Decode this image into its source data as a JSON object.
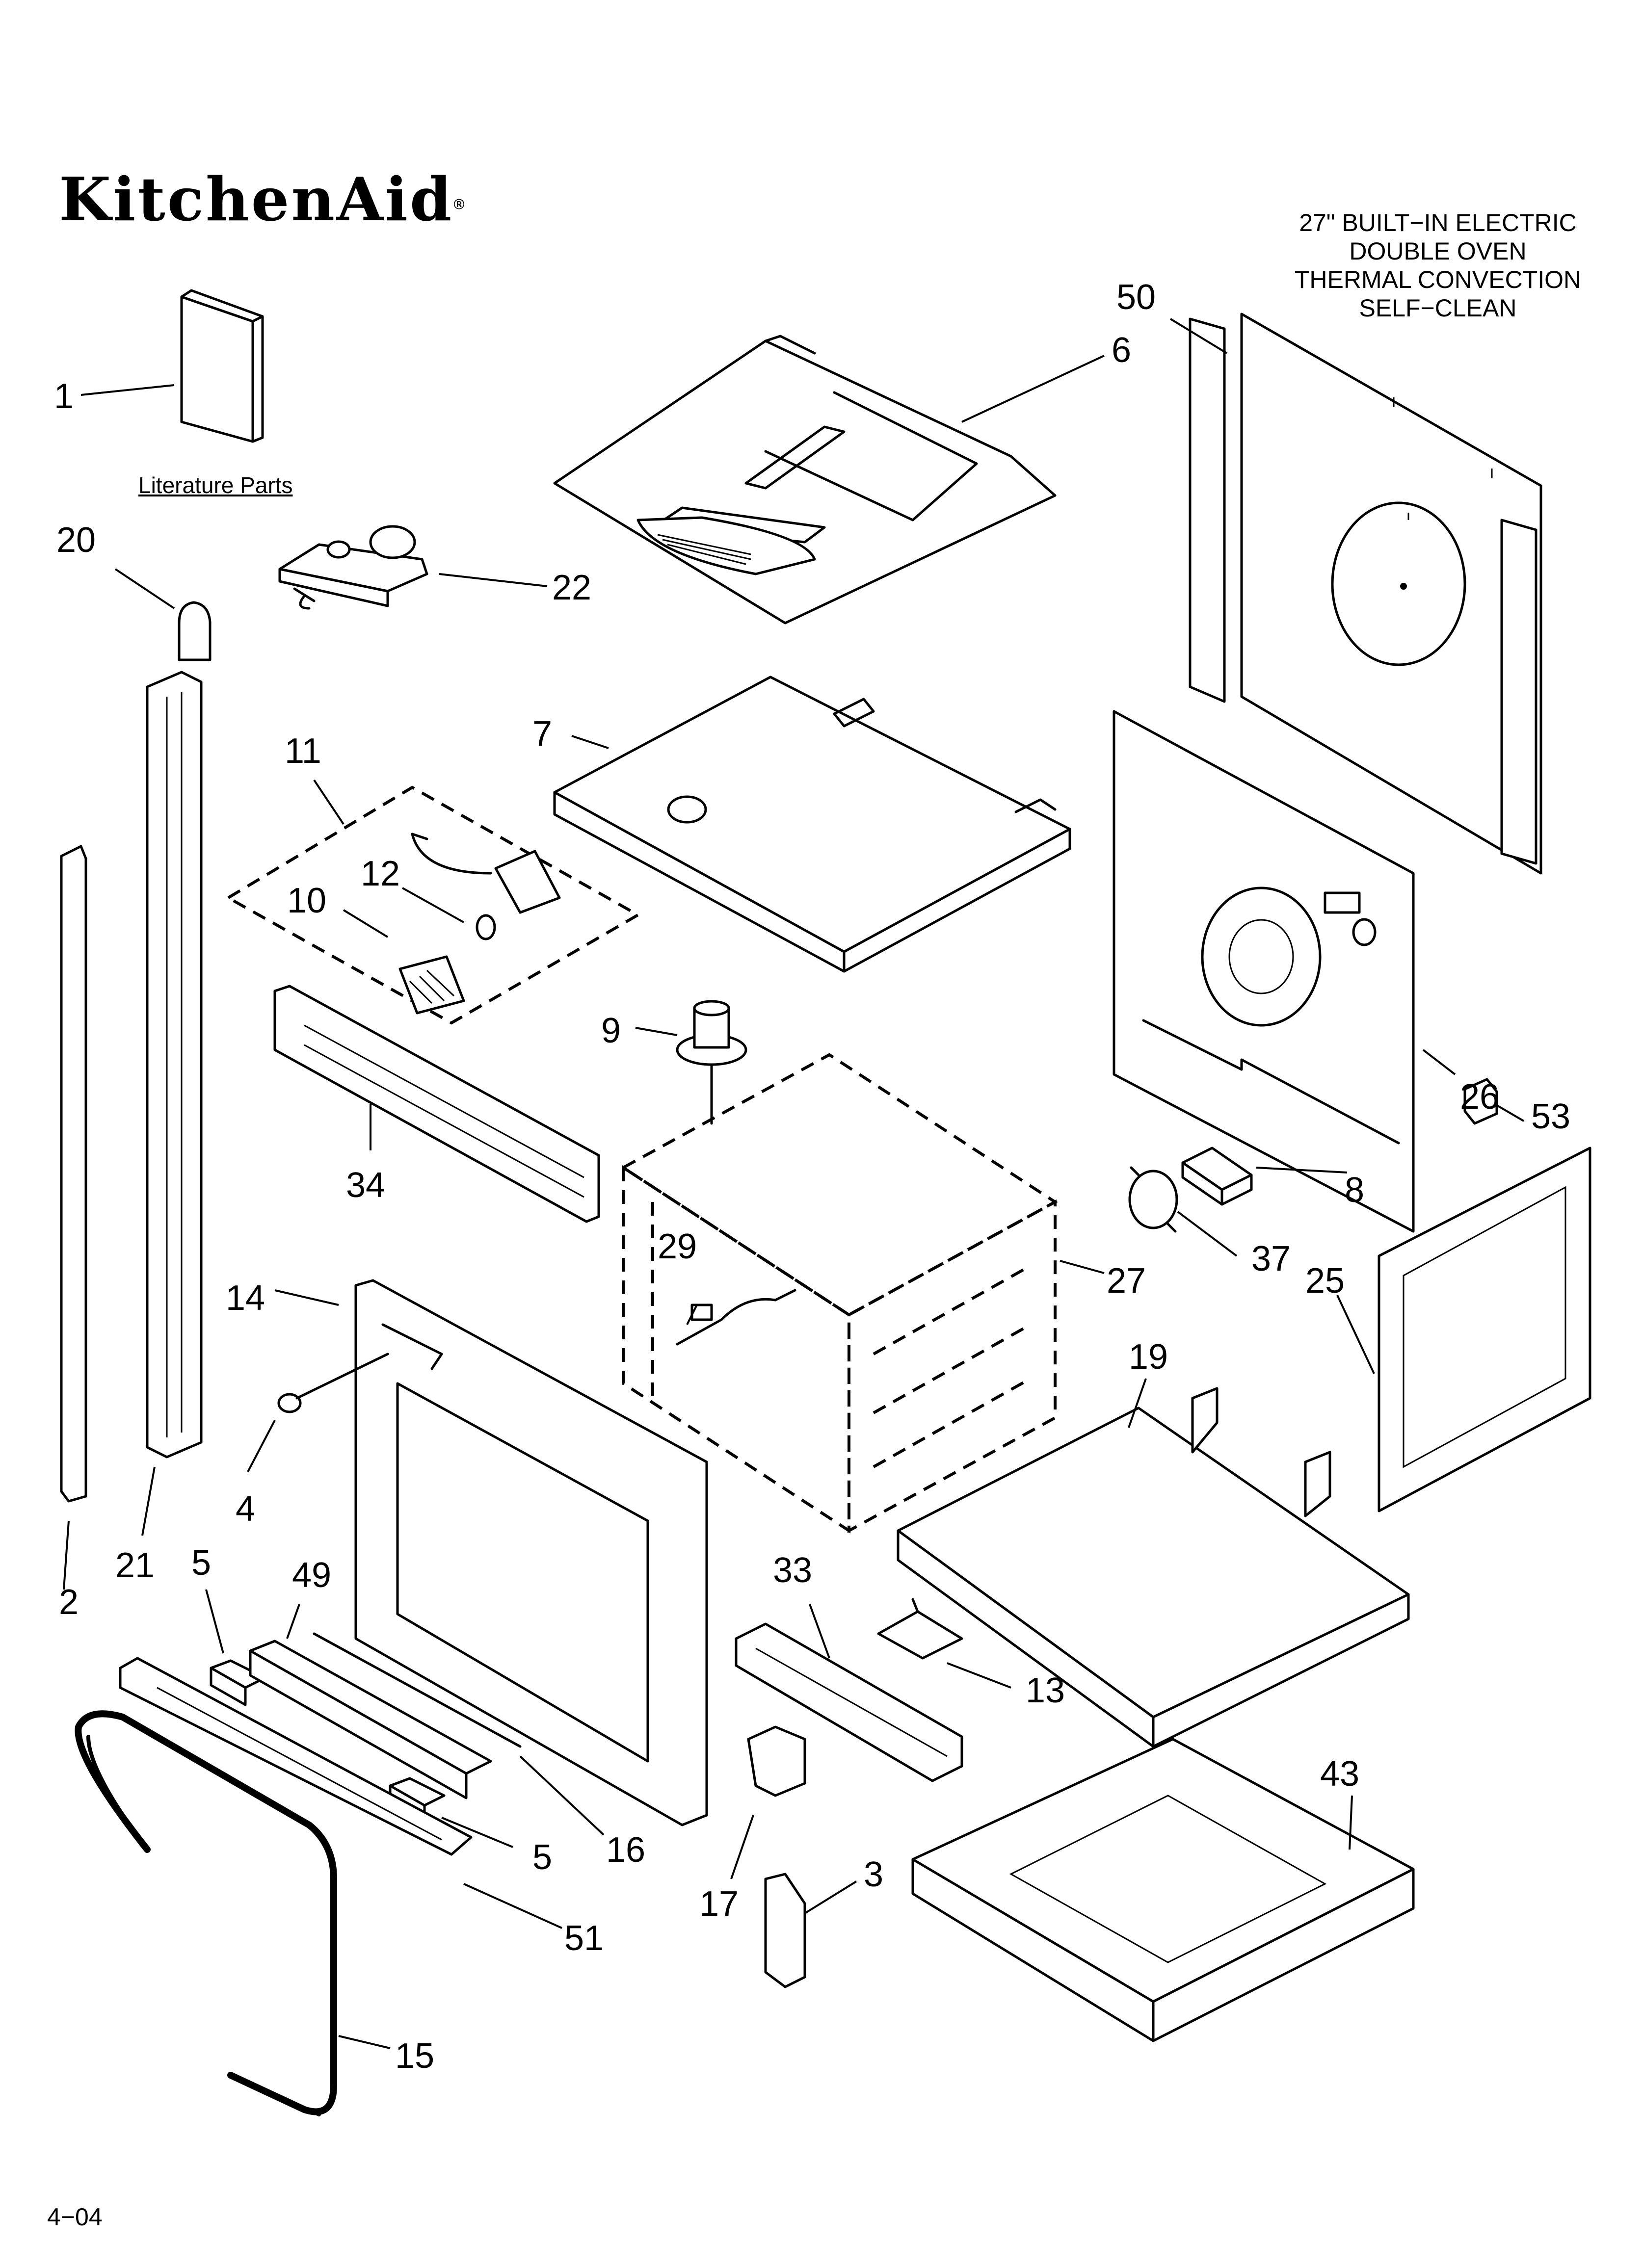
{
  "brand": {
    "name": "KitchenAid",
    "registered_mark": "®"
  },
  "model_description": {
    "lines": [
      "27\" BUILT−IN ELECTRIC",
      "DOUBLE OVEN",
      "THERMAL CONVECTION",
      "SELF−CLEAN"
    ]
  },
  "literature_label": "Literature Parts",
  "footer": {
    "page_code": "4−04"
  },
  "callouts": [
    {
      "id": "c1",
      "label": "1"
    },
    {
      "id": "c20",
      "label": "20"
    },
    {
      "id": "c22",
      "label": "22"
    },
    {
      "id": "c50",
      "label": "50"
    },
    {
      "id": "c6",
      "label": "6"
    },
    {
      "id": "c7",
      "label": "7"
    },
    {
      "id": "c11",
      "label": "11"
    },
    {
      "id": "c12",
      "label": "12"
    },
    {
      "id": "c10",
      "label": "10"
    },
    {
      "id": "c9",
      "label": "9"
    },
    {
      "id": "c34",
      "label": "34"
    },
    {
      "id": "c53",
      "label": "53"
    },
    {
      "id": "c26",
      "label": "26"
    },
    {
      "id": "c8",
      "label": "8"
    },
    {
      "id": "c37",
      "label": "37"
    },
    {
      "id": "c29",
      "label": "29"
    },
    {
      "id": "c27",
      "label": "27"
    },
    {
      "id": "c25",
      "label": "25"
    },
    {
      "id": "c14",
      "label": "14"
    },
    {
      "id": "c19",
      "label": "19"
    },
    {
      "id": "c4",
      "label": "4"
    },
    {
      "id": "c2",
      "label": "2"
    },
    {
      "id": "c21",
      "label": "21"
    },
    {
      "id": "c5a",
      "label": "5"
    },
    {
      "id": "c49",
      "label": "49"
    },
    {
      "id": "c33",
      "label": "33"
    },
    {
      "id": "c13",
      "label": "13"
    },
    {
      "id": "c43",
      "label": "43"
    },
    {
      "id": "c16",
      "label": "16"
    },
    {
      "id": "c5b",
      "label": "5"
    },
    {
      "id": "c3",
      "label": "3"
    },
    {
      "id": "c17",
      "label": "17"
    },
    {
      "id": "c51",
      "label": "51"
    },
    {
      "id": "c15",
      "label": "15"
    }
  ]
}
